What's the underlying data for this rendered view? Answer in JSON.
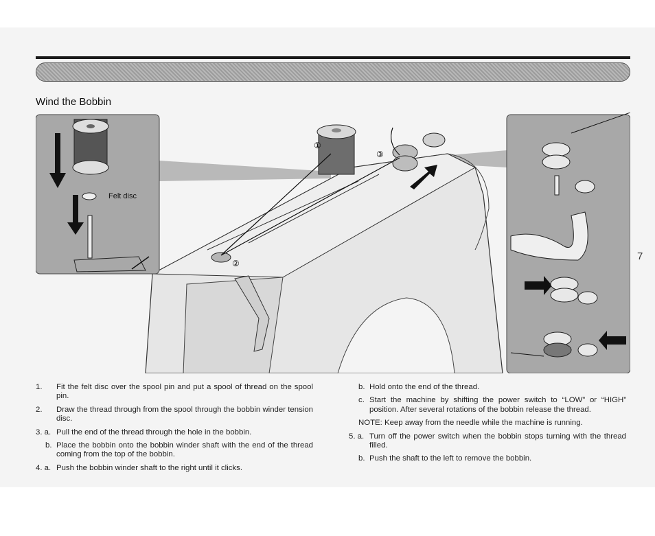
{
  "section_title": "Wind the Bobbin",
  "page_number": "7",
  "felt_disc_label": "Felt disc",
  "callouts": [
    "①",
    "②",
    "③"
  ],
  "left_column": [
    {
      "num": "1.",
      "text": "Fit the felt disc over the spool pin and put a spool of thread on the spool pin."
    },
    {
      "num": "2.",
      "text": "Draw the thread through from the spool through the bobbin winder tension disc."
    },
    {
      "num": "3. a.",
      "text": "Pull the end of the thread through the hole in the bobbin."
    },
    {
      "num": "b.",
      "text": "Place the bobbin onto the bobbin winder shaft with the end of the thread coming from the top of the bobbin."
    },
    {
      "num": "4. a.",
      "text": "Push the bobbin winder shaft to the right until it clicks."
    }
  ],
  "right_column": [
    {
      "num": "b.",
      "text": "Hold onto the end of the thread."
    },
    {
      "num": "c.",
      "text": "Start the machine by shifting the power switch to “LOW” or “HIGH” position. After several rotations of the bobbin release the thread."
    }
  ],
  "note": "NOTE: Keep away from the needle while the machine is running.",
  "right_column_after_note": [
    {
      "num": "5. a.",
      "text": "Turn off the power switch when the bobbin stops turning with the thread filled."
    },
    {
      "num": "b.",
      "text": "Push the shaft to the left to remove the bobbin."
    }
  ]
}
